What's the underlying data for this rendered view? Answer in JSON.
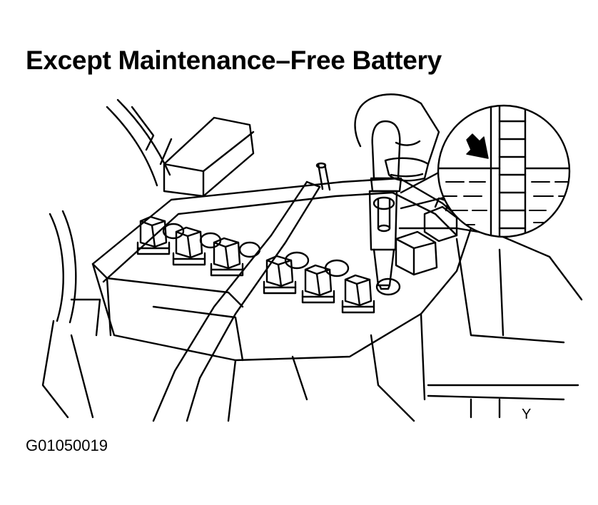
{
  "figure": {
    "title": "Except Maintenance–Free Battery",
    "figure_code": "G01050019",
    "corner_mark": "Y"
  },
  "illustration": {
    "subject": "battery with removable cell caps and hydrometer tube checking electrolyte level",
    "magnified_inset": "electrolyte level against graduated scale with arrow pointing to level",
    "cell_cap_count": 6,
    "line_color": "#000000",
    "background_color": "#ffffff"
  }
}
